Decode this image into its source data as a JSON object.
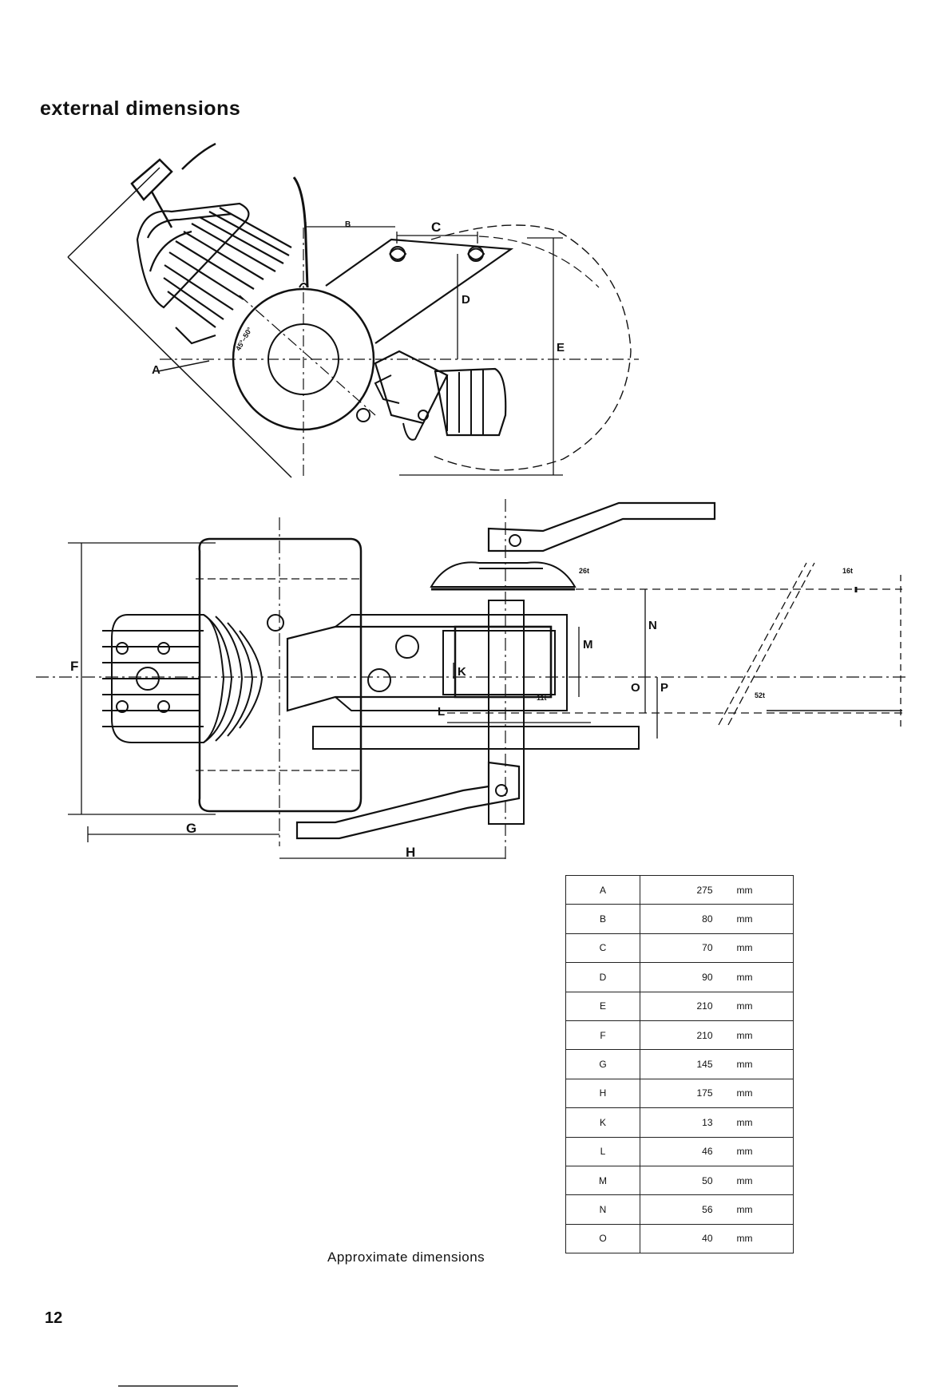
{
  "page": {
    "title": "external dimensions",
    "caption": "Approximate dimensions",
    "page_number": "12"
  },
  "drawing_labels": {
    "A": "A",
    "B": "B",
    "C": "C",
    "D": "D",
    "E": "E",
    "F": "F",
    "G": "G",
    "H": "H",
    "K": "K",
    "L": "L",
    "M": "M",
    "N": "N",
    "O": "O",
    "P": "P",
    "teeth_26": "26t",
    "teeth_16": "16t",
    "teeth_52": "52t",
    "teeth_11": "11t",
    "angle": "45°–50°"
  },
  "dimensions_table": {
    "rows": [
      {
        "letter": "A",
        "value": "275",
        "unit": "mm"
      },
      {
        "letter": "B",
        "value": "80",
        "unit": "mm"
      },
      {
        "letter": "C",
        "value": "70",
        "unit": "mm"
      },
      {
        "letter": "D",
        "value": "90",
        "unit": "mm"
      },
      {
        "letter": "E",
        "value": "210",
        "unit": "mm"
      },
      {
        "letter": "F",
        "value": "210",
        "unit": "mm"
      },
      {
        "letter": "G",
        "value": "145",
        "unit": "mm"
      },
      {
        "letter": "H",
        "value": "175",
        "unit": "mm"
      },
      {
        "letter": "K",
        "value": "13",
        "unit": "mm"
      },
      {
        "letter": "L",
        "value": "46",
        "unit": "mm"
      },
      {
        "letter": "M",
        "value": "50",
        "unit": "mm"
      },
      {
        "letter": "N",
        "value": "56",
        "unit": "mm"
      },
      {
        "letter": "O",
        "value": "40",
        "unit": "mm"
      }
    ]
  }
}
